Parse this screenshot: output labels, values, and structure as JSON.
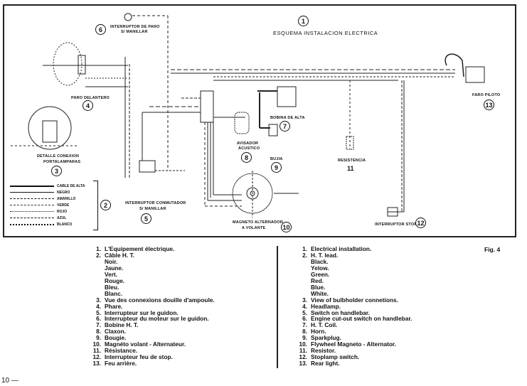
{
  "diagram": {
    "title_number": "1",
    "title": "ESQUEMA INSTALACION ELECTRICA",
    "components": [
      {
        "number": "6",
        "label_line1": "INTERRUPTOR DE PARO",
        "label_line2": "S/ MANILLAR"
      },
      {
        "number": "4",
        "label_line1": "PARO DELANTERO"
      },
      {
        "number": "3",
        "label_line1": "DETALLE CONEXION",
        "label_line2": "PORTALAMPARAS"
      },
      {
        "number": "5",
        "label_line1": "INTERRUPTOR CONMUTADOR",
        "label_line2": "S/ MANILLAR"
      },
      {
        "number": "10",
        "label_line1": "MAGNETO ALTERNADOR",
        "label_line2": "A VOLANTE"
      },
      {
        "number": "8",
        "label_line1": "AVISADOR",
        "label_line2": "ACUSTICO"
      },
      {
        "number": "9",
        "label_line1": "BUJIA"
      },
      {
        "number": "7",
        "label_line1": "BOBINA DE ALTA"
      },
      {
        "number": "11",
        "label_line1": "RESISTENCIA"
      },
      {
        "number": "13",
        "label_line1": "FARO PILOTO"
      },
      {
        "number": "12",
        "label_line1": "INTERRUPTOR STOP"
      }
    ],
    "wire_legend": {
      "number": "2",
      "items": [
        {
          "label": "CABLE DE ALTA",
          "style": "thick"
        },
        {
          "label": "NEGRO",
          "style": "solid"
        },
        {
          "label": "AMARILLO",
          "style": "long-dash"
        },
        {
          "label": "VERDE",
          "style": "dash"
        },
        {
          "label": "ROJO",
          "style": "short-dash"
        },
        {
          "label": "AZUL",
          "style": "dot-dash"
        },
        {
          "label": "BLANCO",
          "style": "circles"
        }
      ]
    }
  },
  "legend_french": [
    {
      "n": "1.",
      "t": "L'Equipement électrique."
    },
    {
      "n": "2.",
      "t": "Câble H. T."
    },
    {
      "n": "",
      "t": "Noir."
    },
    {
      "n": "",
      "t": "Jaune."
    },
    {
      "n": "",
      "t": "Vert."
    },
    {
      "n": "",
      "t": "Rouge."
    },
    {
      "n": "",
      "t": "Bleu."
    },
    {
      "n": "",
      "t": "Blanc."
    },
    {
      "n": "3.",
      "t": "Vue des connexions douille d'ampoule."
    },
    {
      "n": "4.",
      "t": "Phare."
    },
    {
      "n": "5.",
      "t": "Interrupteur sur le guidon."
    },
    {
      "n": "6.",
      "t": "Interrupteur du moteur sur le guidon."
    },
    {
      "n": "7.",
      "t": "Bobine H. T."
    },
    {
      "n": "8.",
      "t": "Claxon."
    },
    {
      "n": "9.",
      "t": "Bougie."
    },
    {
      "n": "10.",
      "t": "Magnéto volant - Alternateur."
    },
    {
      "n": "11.",
      "t": "Résistance."
    },
    {
      "n": "12.",
      "t": "Interrupteur feu de stop."
    },
    {
      "n": "13.",
      "t": "Feu arrière."
    }
  ],
  "legend_english": [
    {
      "n": "1.",
      "t": "Electrical installation."
    },
    {
      "n": "2.",
      "t": "H. T. lead."
    },
    {
      "n": "",
      "t": "Black."
    },
    {
      "n": "",
      "t": "Yelow."
    },
    {
      "n": "",
      "t": "Green."
    },
    {
      "n": "",
      "t": "Red."
    },
    {
      "n": "",
      "t": "Blue."
    },
    {
      "n": "",
      "t": "White."
    },
    {
      "n": "3.",
      "t": "View of bulbholder connetions."
    },
    {
      "n": "4.",
      "t": "Headlamp."
    },
    {
      "n": "5.",
      "t": "Switch on handlebar."
    },
    {
      "n": "6.",
      "t": "Engine cut-out switch on handlebar."
    },
    {
      "n": "7.",
      "t": "H. T. Coil."
    },
    {
      "n": "8.",
      "t": "Horn."
    },
    {
      "n": "9.",
      "t": "Sparkplug."
    },
    {
      "n": "10.",
      "t": "Flywheel Magneto - Alternator."
    },
    {
      "n": "11.",
      "t": "Resistor."
    },
    {
      "n": "12.",
      "t": "Stoplamp switch."
    },
    {
      "n": "13.",
      "t": "Rear light."
    }
  ],
  "figure_label": "Fig. 4",
  "page_number": "10 —"
}
